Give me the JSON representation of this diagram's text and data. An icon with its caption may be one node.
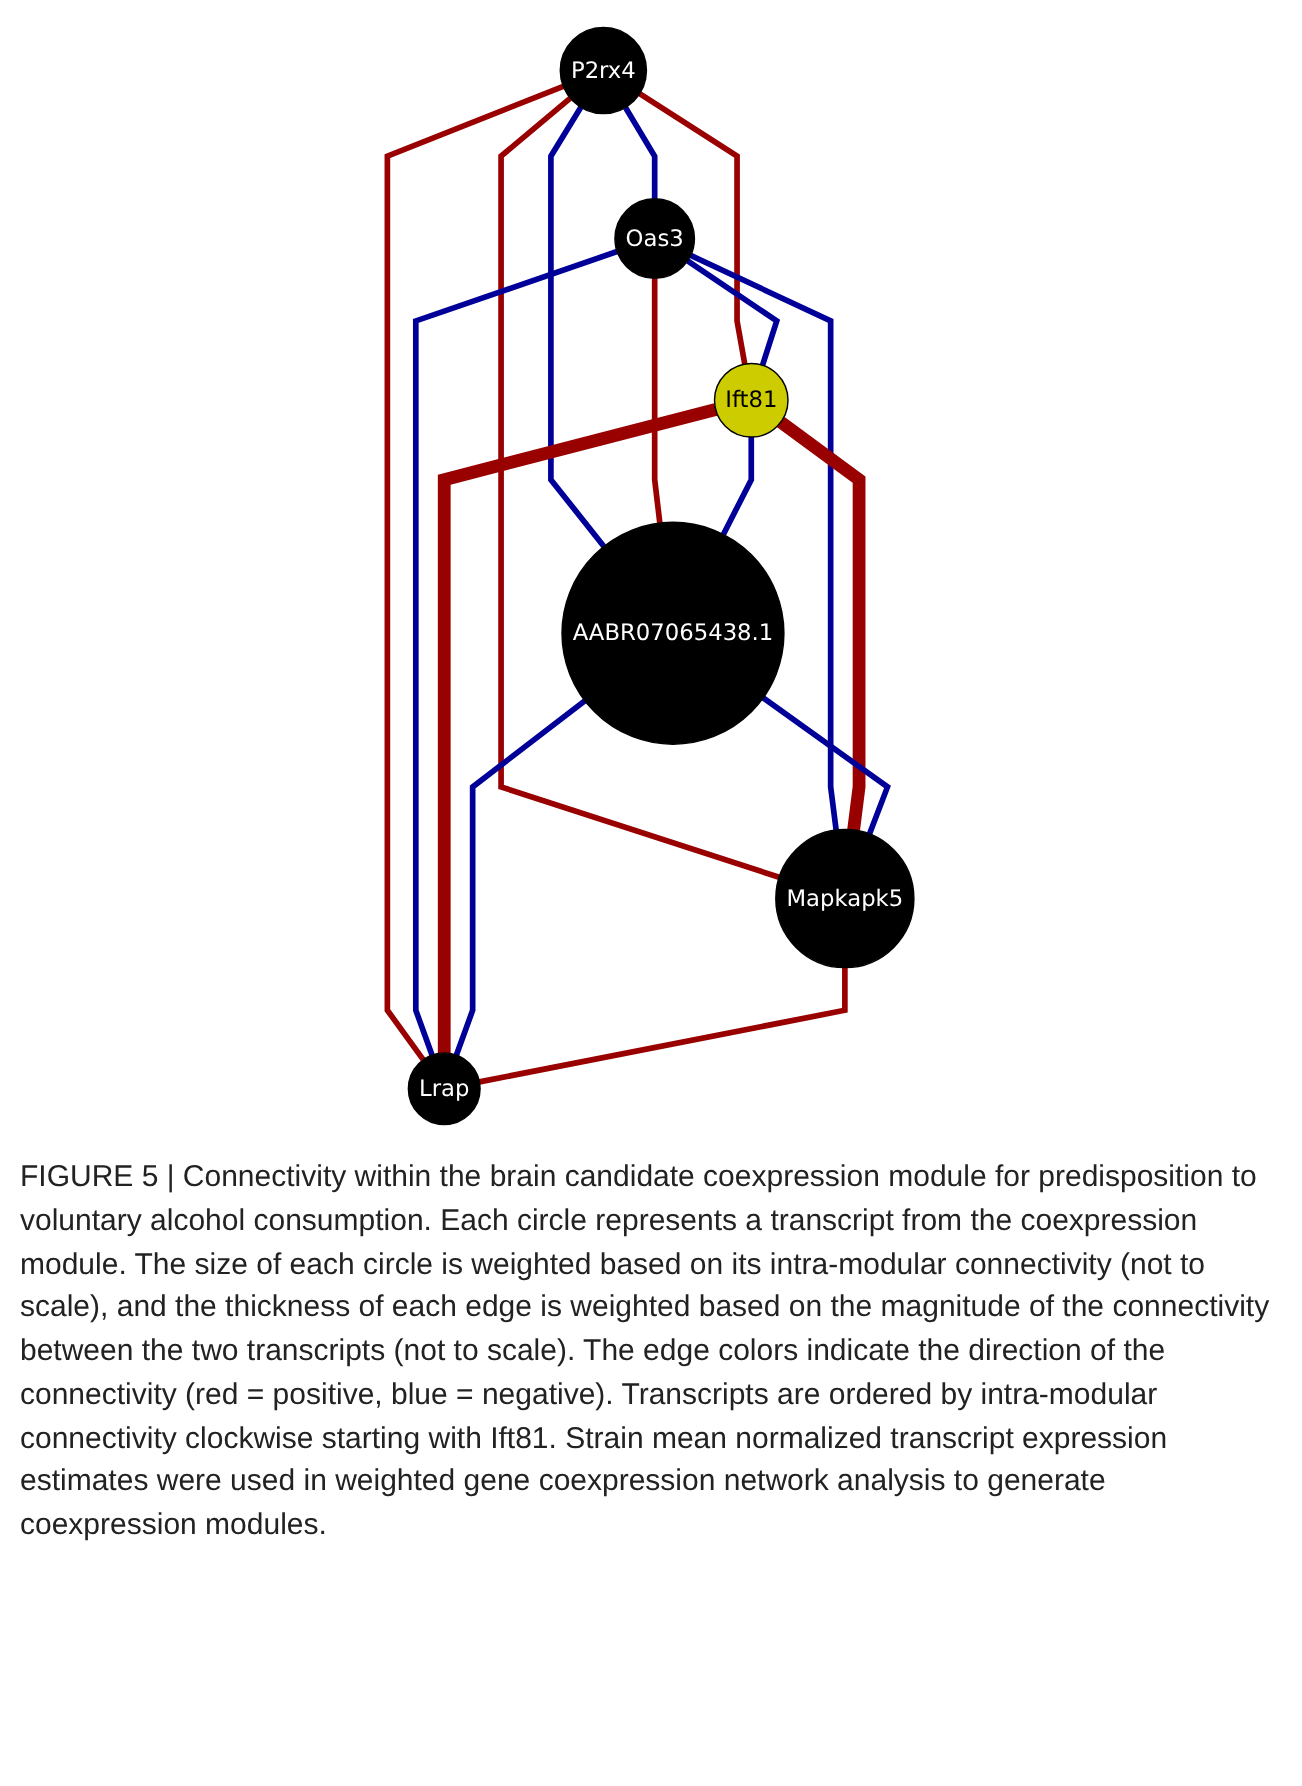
{
  "diagram": {
    "caption": "FIGURE 5 | Connectivity within the brain candidate coexpression module for predisposition to voluntary alcohol consumption. Each circle represents a transcript from the coexpression module. The size of each circle is weighted based on its intra-modular connectivity (not to scale), and the thickness of each edge is weighted based on the magnitude of the connectivity between the two transcripts (not to scale). The edge colors indicate the direction of the connectivity (red = positive, blue = negative). Transcripts are ordered by intra-modular connectivity clockwise starting with Ift81. Strain mean normalized transcript expression estimates were used in weighted gene coexpression network analysis to generate coexpression modules.",
    "nodes": [
      {
        "text": [
          "P2rx4"
        ]
      },
      {
        "text": [
          "Ift81"
        ]
      },
      {
        "text": [
          "Oas3"
        ]
      },
      {
        "text": [
          "AABR07065438.1"
        ]
      },
      {
        "text": [
          "Lrap"
        ]
      },
      {
        "text": [
          "Mapkapk5"
        ]
      }
    ],
    "edges": [
      {
        "from": 0,
        "to": 2,
        "arrow": "none"
      },
      {
        "from": 0,
        "to": 1,
        "arrow": "none",
        "color": "#990000"
      },
      {
        "from": 0,
        "to": 4,
        "arrow": "none",
        "color": "#990000"
      },
      {
        "from": 0,
        "to": 5,
        "arrow": "none",
        "color": "#990000"
      },
      {
        "from": 0,
        "to": 3,
        "arrow": "none"
      },
      {
        "from": 2,
        "to": 1,
        "arrow": "none"
      },
      {
        "from": 2,
        "to": 3,
        "arrow": "none",
        "color": "#990000"
      },
      {
        "from": 2,
        "to": 4,
        "arrow": "none"
      },
      {
        "from": 2,
        "to": 5,
        "arrow": "none"
      },
      {
        "from": 1,
        "to": 3,
        "arrow": "none"
      },
      {
        "from": 1,
        "to": 4,
        "arrow": "none",
        "style": "thick",
        "color": "#990000"
      },
      {
        "from": 1,
        "to": 5,
        "arrow": "none",
        "style": "thick",
        "color": "#990000"
      },
      {
        "from": 3,
        "to": 4,
        "arrow": "none"
      },
      {
        "from": 3,
        "to": 5,
        "arrow": "none"
      },
      {
        "from": 5,
        "to": 4,
        "arrow": "none",
        "color": "#990000"
      }
    ]
  }
}
